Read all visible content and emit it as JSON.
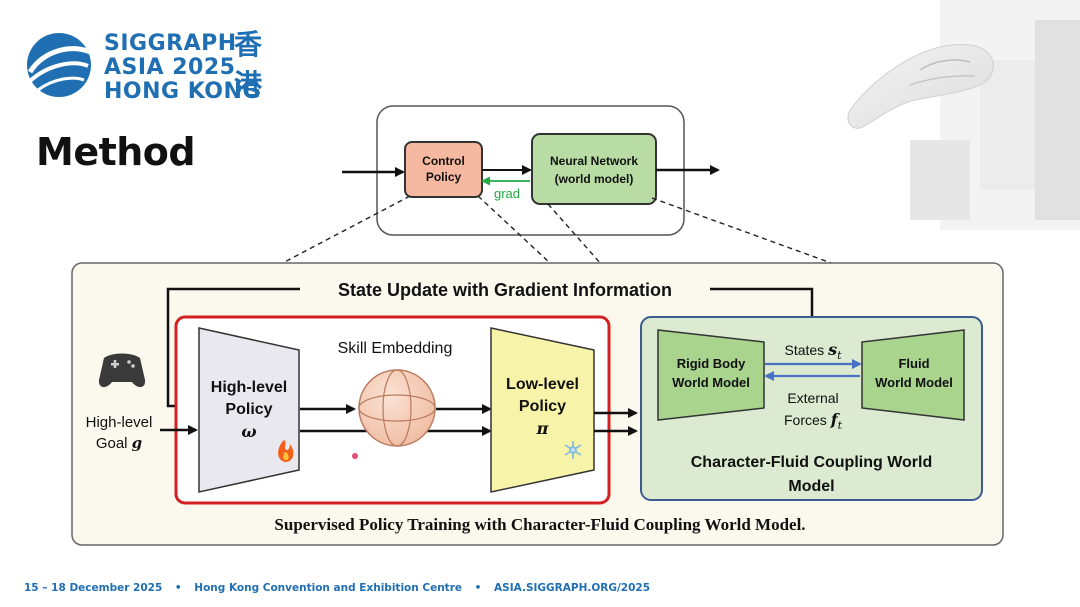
{
  "brand": {
    "line1": "SIGGRAPH",
    "line2": "ASIA 2025",
    "line3": "HONG KONG",
    "cjk1": "香",
    "cjk2": "港",
    "color": "#1f6fb2"
  },
  "slide": {
    "title": "Method"
  },
  "top_loop": {
    "control_policy": [
      "Control",
      "Policy"
    ],
    "neural_network": [
      "Neural Network",
      "(world model)"
    ],
    "grad_label": "grad"
  },
  "main": {
    "state_update": "State Update with Gradient Information",
    "goal": [
      "High-level",
      "Goal"
    ],
    "goal_symbol": "g",
    "high_policy": [
      "High-level",
      "Policy"
    ],
    "high_symbol": "ω",
    "skill_embedding": "Skill Embedding",
    "low_policy": [
      "Low-level",
      "Policy"
    ],
    "low_symbol": "π",
    "rigid_body": [
      "Rigid Body",
      "World Model"
    ],
    "fluid": [
      "Fluid",
      "World Model"
    ],
    "states_label": "States",
    "states_symbol": "s",
    "states_sub": "t",
    "forces_label": [
      "External",
      "Forces"
    ],
    "forces_symbol": "f",
    "forces_sub": "t",
    "coupling_title": [
      "Character-Fluid Coupling World",
      "Model"
    ],
    "caption": "Supervised Policy Training with Character-Fluid Coupling World Model."
  },
  "colors": {
    "control_fill": "#f5b8a0",
    "nn_fill": "#b9dca4",
    "red_border": "#d42020",
    "blue_border": "#3a5d8f",
    "coupling_fill": "#dbead0",
    "high_fill": "#e8e8ee",
    "low_fill": "#f7f3a8",
    "green_trap": "#a8d48e",
    "grad_green": "#22aa44",
    "arrow_blue": "#4a72c4",
    "panel_fill": "#fbf8ee"
  },
  "footer": {
    "dates": "15 – 18 December 2025",
    "venue": "Hong Kong Convention and Exhibition Centre",
    "url": "ASIA.SIGGRAPH.ORG/2025"
  }
}
